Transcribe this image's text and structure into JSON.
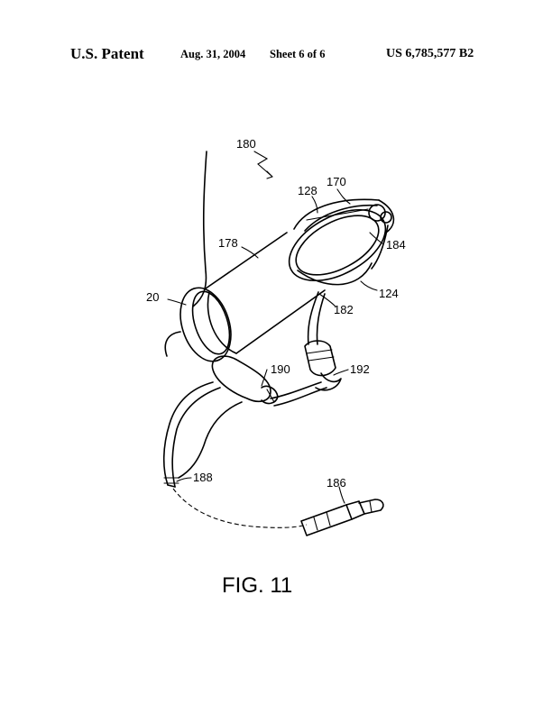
{
  "header": {
    "left": "U.S. Patent",
    "date": "Aug. 31, 2004",
    "sheet": "Sheet 6 of 6",
    "number": "US 6,785,577 B2"
  },
  "figure": {
    "caption": "FIG. 11",
    "refs": {
      "r180": "180",
      "r128": "128",
      "r170": "170",
      "r178": "178",
      "r184": "184",
      "r20": "20",
      "r124": "124",
      "r182": "182",
      "r190": "190",
      "r192": "192",
      "r188": "188",
      "r186": "186"
    }
  }
}
